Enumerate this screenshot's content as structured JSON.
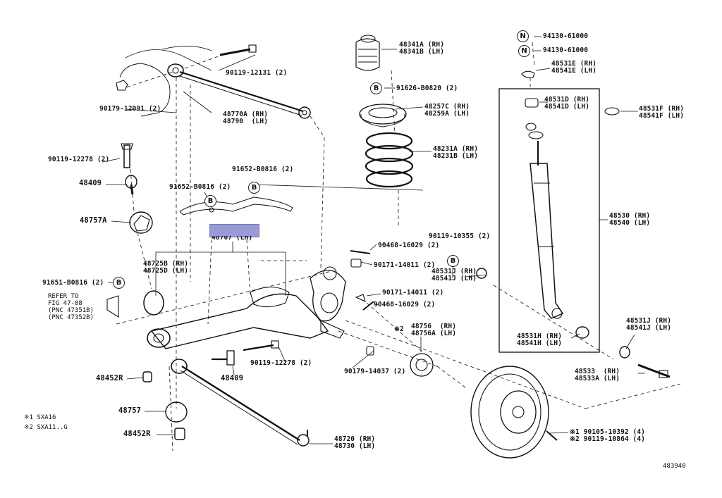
{
  "diagram_id": "483940",
  "highlighted_part": "48707 (LH)",
  "labels": {
    "p48341": "48341A (RH)\n48341B (LH)",
    "p91626": "91626-B0820 (2)",
    "p48257": "48257C (RH)\n48259A (LH)",
    "p48231": "48231A (RH)\n48231B (LH)",
    "p94130a": "94130-61000",
    "p94130b": "94130-61000",
    "p48531E": "48531E (RH)\n48541E (LH)",
    "p48531D": "48531D (RH)\n48541D (LH)",
    "p48531F": "48531F (RH)\n48541F (LH)",
    "p48530": "48530 (RH)\n48540 (LH)",
    "p90119_12131": "90119-12131 (2)",
    "p90179_12091": "90179-12091 (2)",
    "p48770": "48770A (RH)\n48790  (LH)",
    "p90119_12278a": "90119-12278 (2)",
    "p48409a": "48409",
    "p91652a": "91652-B0816 (2)",
    "p91652b": "91652-B0816 (2)",
    "p48757A": "48757A",
    "p48707": "48707 (LH)",
    "p48725": "48725B (RH)\n48725D (LH)",
    "p91651": "91651-B0816 (2)",
    "p90119_10355": "90119-10355 (2)",
    "p90468a": "90468-16029 (2)",
    "p90171a": "90171-14011 (2)",
    "p48531J_mid": "48531J (RH)\n48541J (LH)",
    "p90171b": "90171-14011 (2)",
    "p90468b": "90468-16029 (2)",
    "p48756": "48756  (RH)\n48756A (LH)",
    "p48756_prefix": "※2",
    "p90179_14037": "90179-14037 (2)",
    "p90119_12278b": "90119-12278 (2)",
    "p48409b": "48409",
    "p48452Ra": "48452R",
    "p48757": "48757",
    "p48452Rb": "48452R",
    "p48720": "48720 (RH)\n48730 (LH)",
    "p48531H": "48531H (RH)\n48541H (LH)",
    "p48531J_right": "48531J (RH)\n48541J (LH)",
    "p48533": "48533  (RH)\n48533A (LH)",
    "p90105": "※1 90105-10392 (4)\n※2 90119-10864 (4)",
    "diagram_code": "483940"
  },
  "refer": "REFER TO\nFIG 47-08\n(PNC 47351B)\n(PNC 47352B)",
  "footnotes": [
    "※1 SXA16",
    "※2 SXA11..G"
  ],
  "markers": {
    "B": "B",
    "N": "N"
  },
  "colors": {
    "highlight": "#9a9ad6",
    "ink": "#111111"
  }
}
